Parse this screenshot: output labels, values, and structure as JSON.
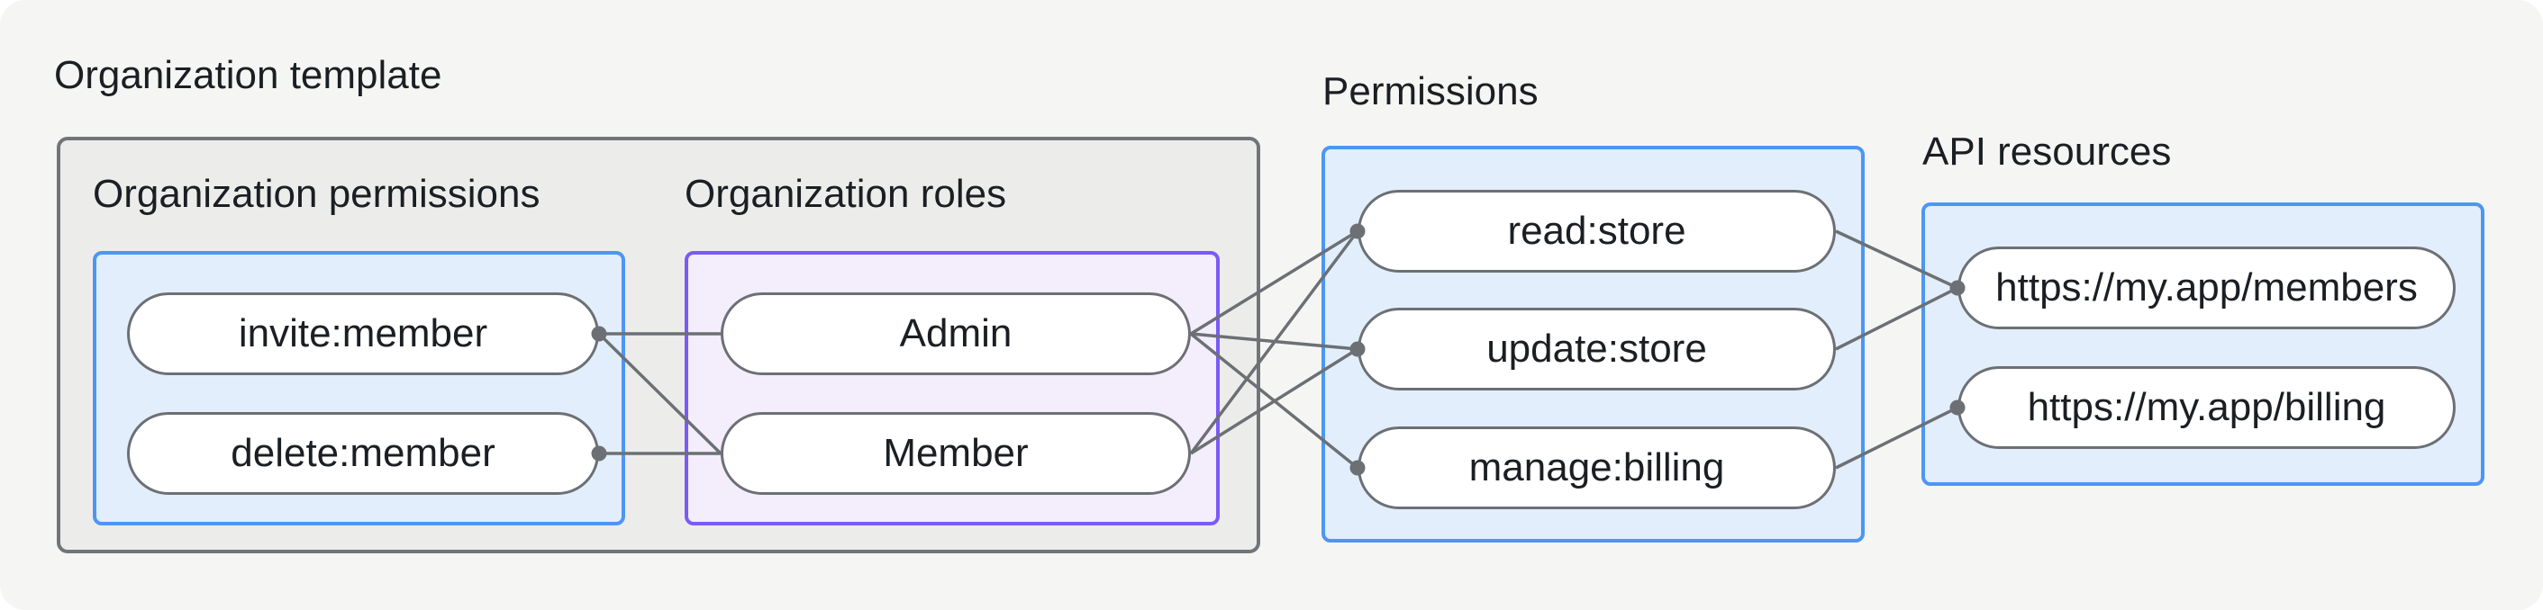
{
  "labels": {
    "organization_template": "Organization template",
    "organization_permissions": "Organization permissions",
    "organization_roles": "Organization roles",
    "permissions": "Permissions",
    "api_resources": "API resources"
  },
  "nodes": {
    "invite": {
      "label": "invite:member",
      "dot": "right"
    },
    "delete": {
      "label": "delete:member",
      "dot": "right"
    },
    "admin": {
      "label": "Admin"
    },
    "member": {
      "label": "Member"
    },
    "read": {
      "label": "read:store",
      "dot": "left"
    },
    "update": {
      "label": "update:store",
      "dot": "left"
    },
    "manage": {
      "label": "manage:billing",
      "dot": "left"
    },
    "members_api": {
      "label": "https://my.app/members",
      "dot": "left"
    },
    "billing_api": {
      "label": "https://my.app/billing",
      "dot": "left"
    }
  },
  "edges": [
    {
      "from": "invite",
      "to": "admin"
    },
    {
      "from": "invite",
      "to": "member"
    },
    {
      "from": "delete",
      "to": "member"
    },
    {
      "from": "admin",
      "to": "read"
    },
    {
      "from": "admin",
      "to": "update"
    },
    {
      "from": "admin",
      "to": "manage"
    },
    {
      "from": "member",
      "to": "read"
    },
    {
      "from": "member",
      "to": "update"
    },
    {
      "from": "read",
      "to": "members_api"
    },
    {
      "from": "update",
      "to": "members_api"
    },
    {
      "from": "manage",
      "to": "billing_api"
    }
  ],
  "colors": {
    "background": "#F5F6F4",
    "group_fill": "#ECEDEB",
    "group_border": "#71757A",
    "blue_fill": "#E2EEFB",
    "blue_border": "#4D96F2",
    "purple_fill": "#F3EDFC",
    "purple_border": "#7A5AF8",
    "connector": "#6C7074",
    "pill_fill": "#FFFFFF",
    "text": "#1B1F23"
  },
  "connector_style": {
    "line_width": 3.5,
    "dot_radius": 8.5
  }
}
